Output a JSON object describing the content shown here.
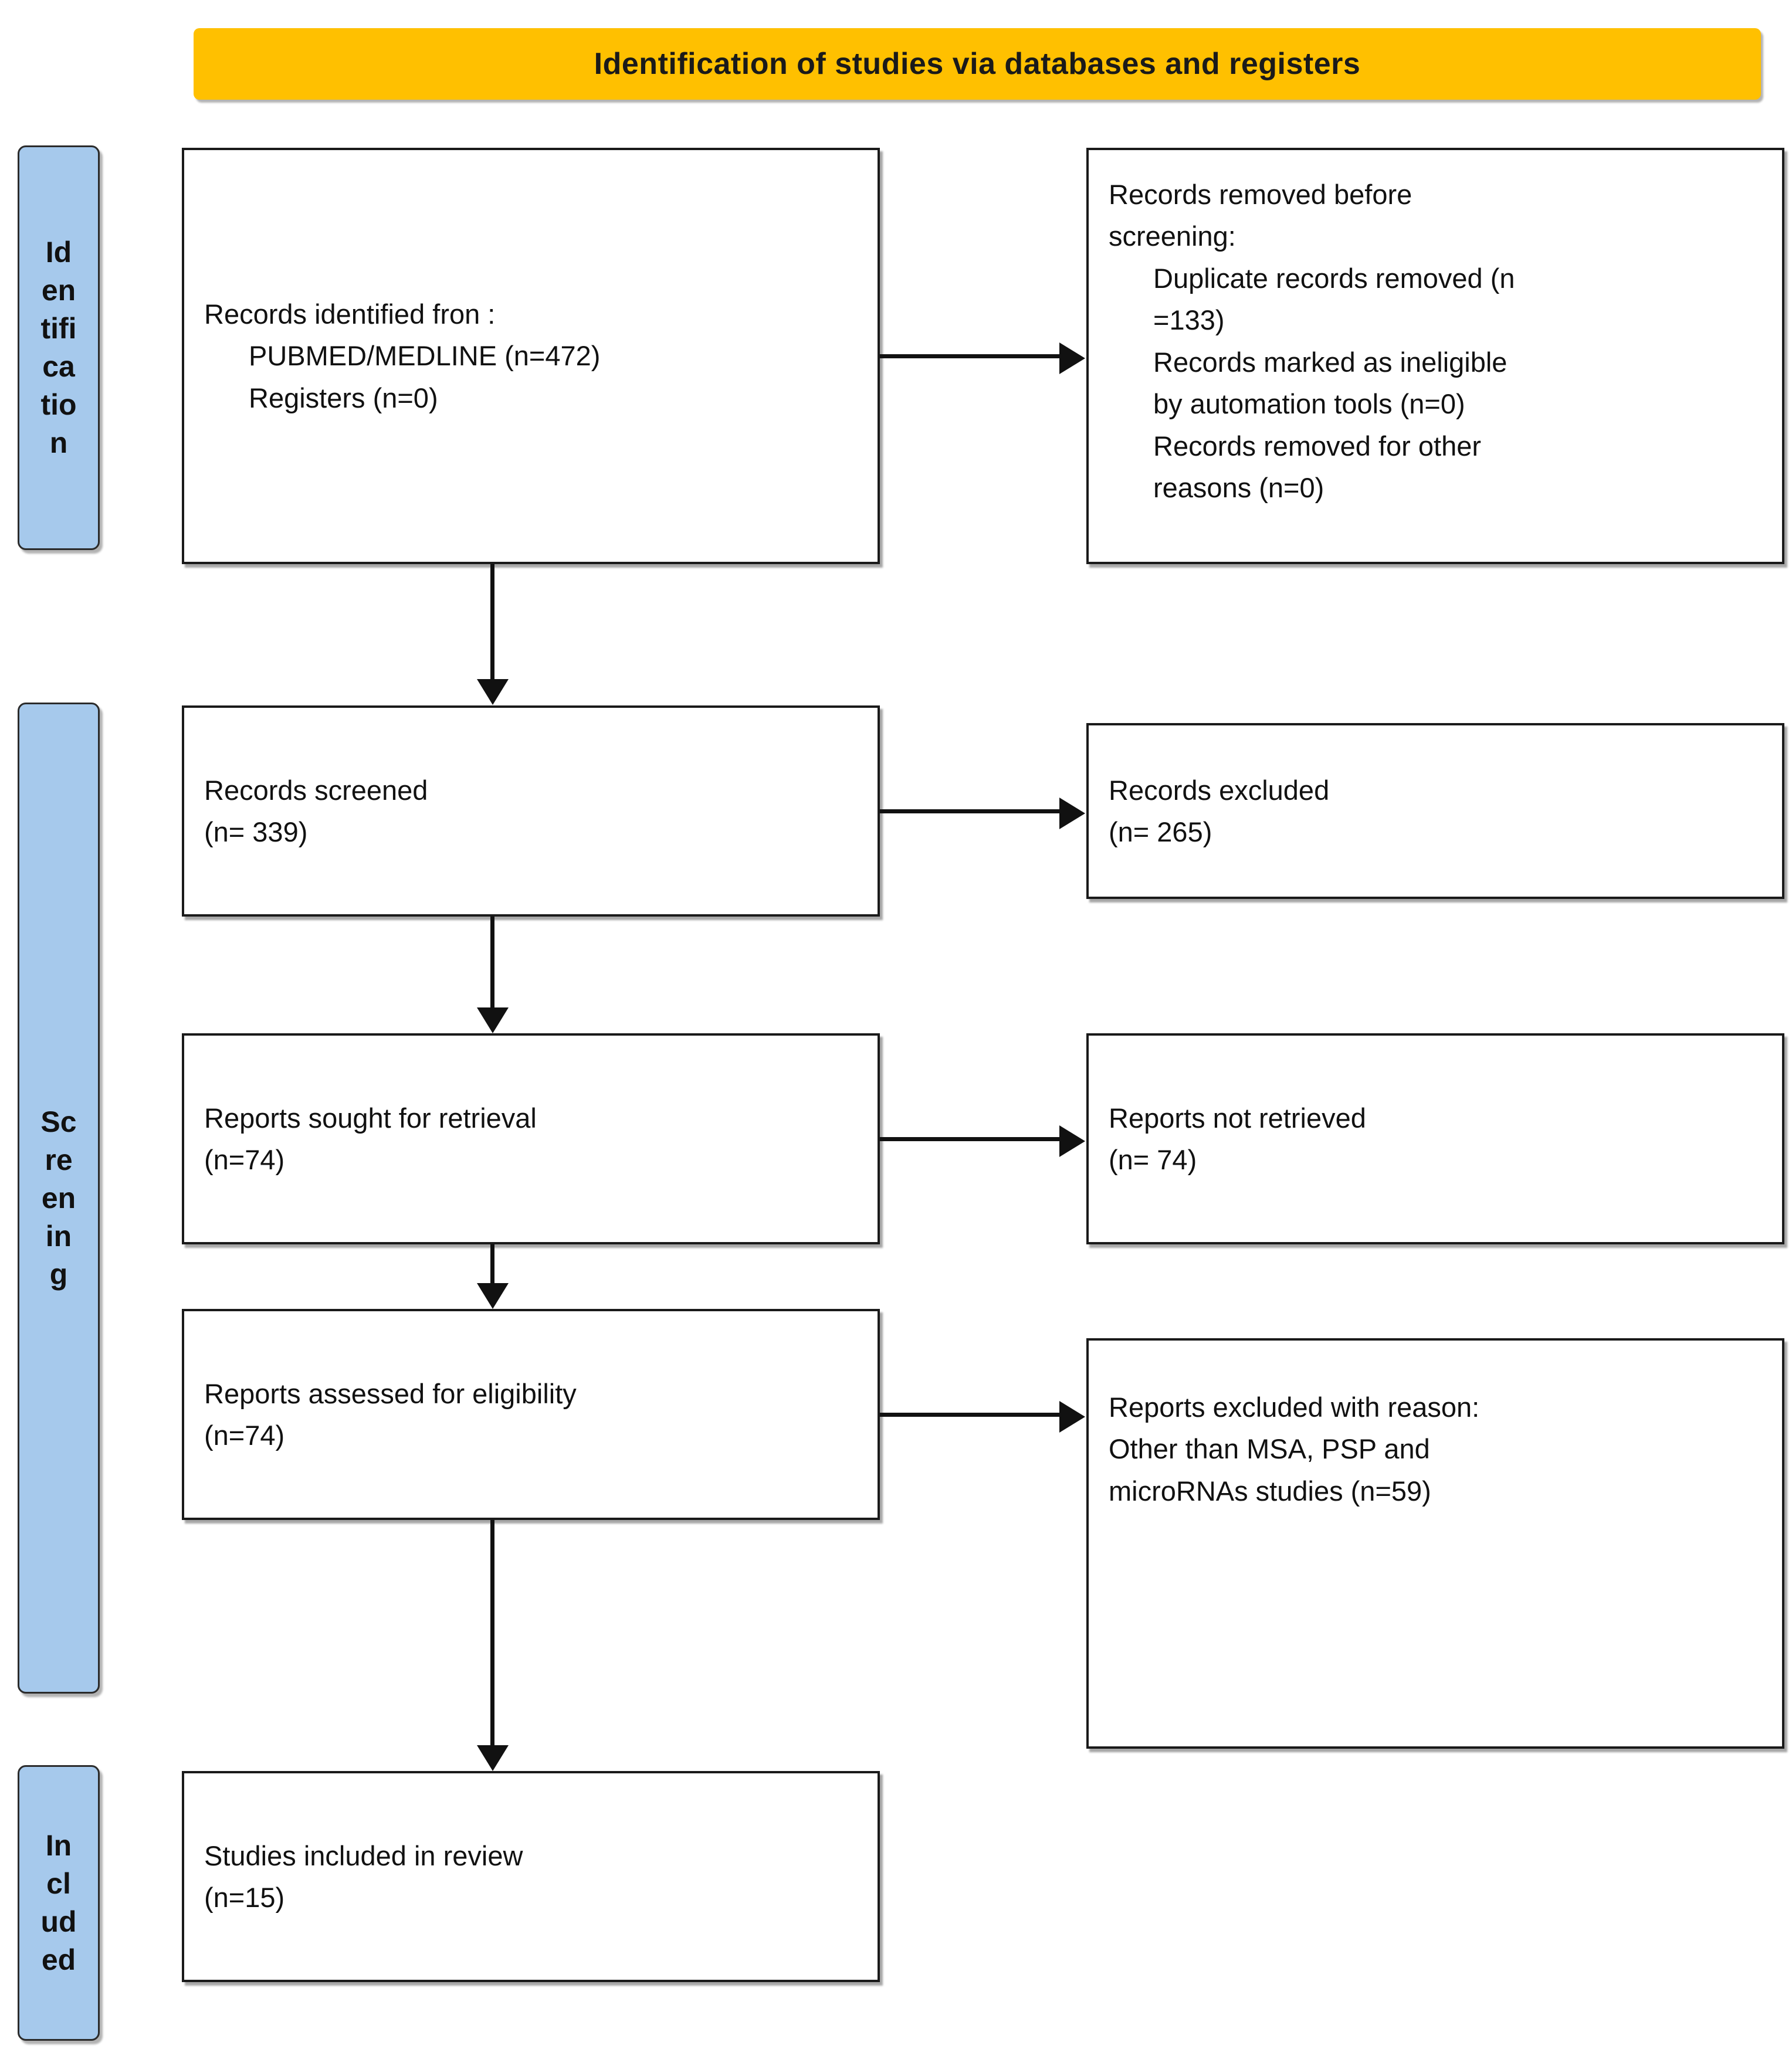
{
  "header": {
    "title": "Identification of studies via databases and registers",
    "banner_color": "#FFC000"
  },
  "stages": {
    "identification": "Identification",
    "screening": "Screening",
    "included": "Included",
    "stage_color": "#A6C9EC"
  },
  "boxes": {
    "identified": {
      "line1": "Records identified fron :",
      "line2": "PUBMED/MEDLINE (n=472)",
      "line3": "Registers (n=0)"
    },
    "removed": {
      "line1": "Records removed ",
      "line1_italic": "before",
      "line2_italic": "screening",
      "line2_suffix": ":",
      "line3": "Duplicate records removed (n",
      "line4": "=133)",
      "line5": "Records marked as ineligible",
      "line6": "by automation tools (n=0)",
      "line7": "Records removed for other",
      "line8": "reasons (n=0)"
    },
    "screened": {
      "line1": "Records screened",
      "line2": "(n= 339)"
    },
    "excluded": {
      "line1": "Records excluded",
      "line2": "(n= 265)"
    },
    "sought": {
      "line1": "Reports sought for retrieval",
      "line2": "(n=74)"
    },
    "not_retrieved": {
      "line1": "Reports not retrieved",
      "line2": "(n= 74)"
    },
    "assessed": {
      "line1": "Reports assessed for eligibility",
      "line2": "(n=74)"
    },
    "excluded_reason": {
      "line1": "Reports excluded with reason:",
      "line2": "Other than MSA, PSP and",
      "line3": "microRNAs studies (n=59)"
    },
    "included": {
      "line1": "Studies included in review",
      "line2": "(n=15)"
    }
  },
  "counts": {
    "identified_pubmed": 472,
    "identified_registers": 0,
    "duplicates_removed": 133,
    "ineligible_automation": 0,
    "removed_other": 0,
    "screened": 339,
    "excluded": 265,
    "sought_for_retrieval": 74,
    "not_retrieved": 74,
    "assessed_for_eligibility": 74,
    "excluded_with_reason": 59,
    "included_in_review": 15
  }
}
